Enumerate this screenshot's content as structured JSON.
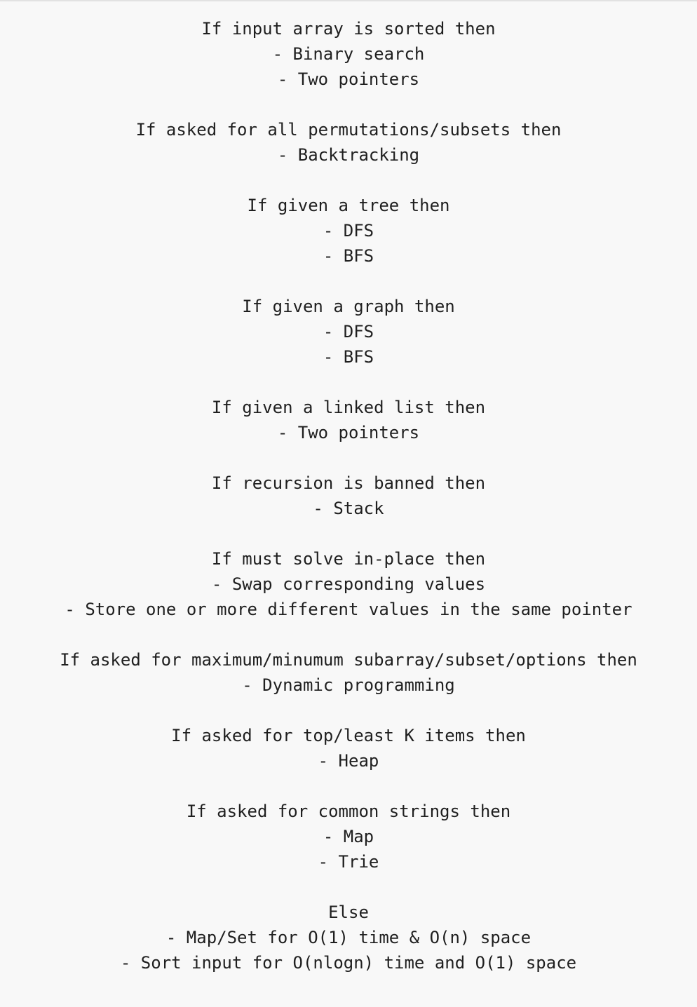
{
  "blocks": [
    {
      "condition": "If input array is sorted then",
      "items": [
        "- Binary search",
        "- Two pointers"
      ]
    },
    {
      "condition": "If asked for all permutations/subsets then",
      "items": [
        "- Backtracking"
      ]
    },
    {
      "condition": "If given a tree then",
      "items": [
        "- DFS",
        "- BFS"
      ]
    },
    {
      "condition": "If given a graph then",
      "items": [
        "- DFS",
        "- BFS"
      ]
    },
    {
      "condition": "If given a linked list then",
      "items": [
        "- Two pointers"
      ]
    },
    {
      "condition": "If recursion is banned then",
      "items": [
        "- Stack"
      ]
    },
    {
      "condition": "If must solve in-place then",
      "items": [
        "- Swap corresponding values",
        "- Store one or more different values in the same pointer"
      ]
    },
    {
      "condition": "If asked for maximum/minumum subarray/subset/options then",
      "items": [
        "- Dynamic programming"
      ]
    },
    {
      "condition": "If asked for top/least K items then",
      "items": [
        "- Heap"
      ]
    },
    {
      "condition": "If asked for common strings then",
      "items": [
        "- Map",
        "- Trie"
      ]
    },
    {
      "condition": "Else",
      "items": [
        "- Map/Set for O(1) time & O(n) space",
        "- Sort input for O(nlogn) time and O(1) space"
      ]
    }
  ]
}
